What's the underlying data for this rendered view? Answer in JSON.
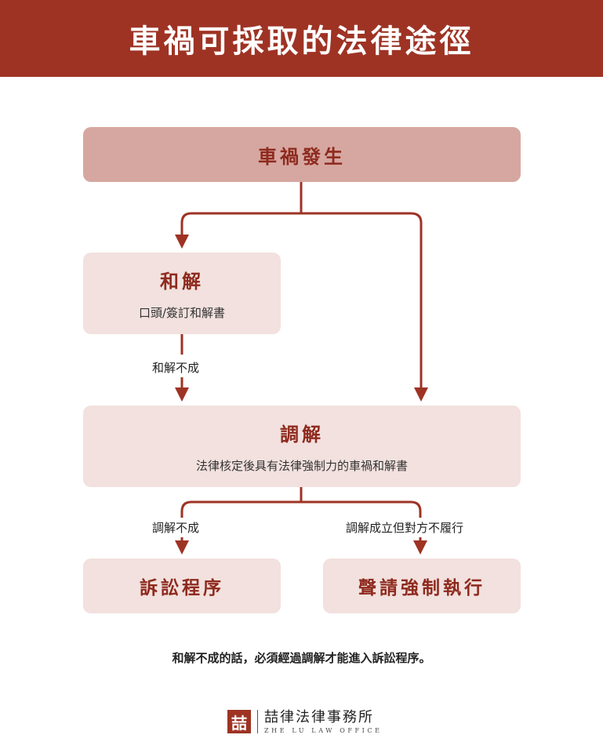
{
  "header": {
    "title": "車禍可採取的法律途徑"
  },
  "flow": {
    "accident": {
      "title": "車禍發生"
    },
    "settlement": {
      "title": "和解",
      "subtitle": "口頭/簽訂和解書"
    },
    "settlement_failed_label": "和解不成",
    "mediation": {
      "title": "調解",
      "subtitle": "法律核定後具有法律強制力的車禍和解書"
    },
    "mediation_failed_label": "調解不成",
    "mediation_breach_label": "調解成立但對方不履行",
    "litigation": {
      "title": "訴訟程序"
    },
    "enforcement": {
      "title": "聲請強制執行"
    }
  },
  "note": "和解不成的話，必須經過調解才能進入訴訟程序。",
  "logo": {
    "mark": "喆",
    "name": "喆律法律事務所",
    "name_en": "ZHE LU LAW OFFICE"
  },
  "colors": {
    "brand": "#9e3324",
    "arrow": "#9e3324",
    "accident_box": "#d6a7a0",
    "step_box": "#f2e1de"
  }
}
